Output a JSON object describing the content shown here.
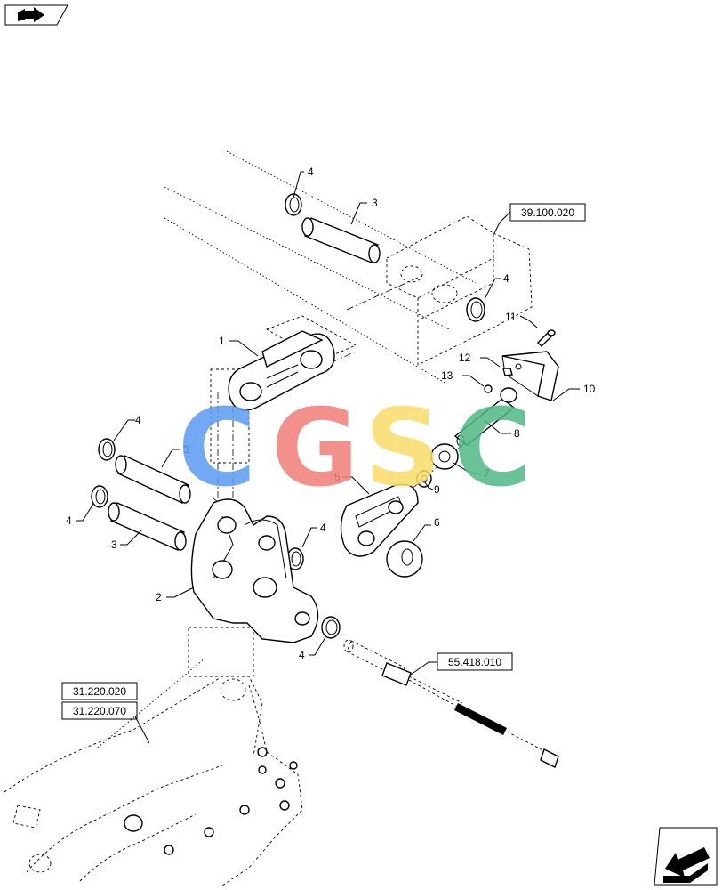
{
  "colors": {
    "wm_c1": "#5b9bf0",
    "wm_g": "#f07e78",
    "wm_s": "#f8dc6a",
    "wm_c2": "#4fb986"
  },
  "icons": {
    "top_left": "book-arrow-icon",
    "bottom_right": "back-arrow-icon"
  },
  "watermark": [
    "C",
    "G",
    "S",
    "C"
  ],
  "references": {
    "r1": "39.100.020",
    "r2": "55.418.010",
    "r3": "31.220.020",
    "r4": "31.220.070"
  },
  "callouts": {
    "c1": "1",
    "c2": "2",
    "c3a": "3",
    "c3b": "3",
    "c3c": "3",
    "c4a": "4",
    "c4b": "4",
    "c4c": "4",
    "c4d": "4",
    "c4e": "4",
    "c4f": "4",
    "c5": "5",
    "c6": "6",
    "c7": "7",
    "c8": "8",
    "c9": "9",
    "c10": "10",
    "c11": "11",
    "c12": "12",
    "c13": "13"
  }
}
